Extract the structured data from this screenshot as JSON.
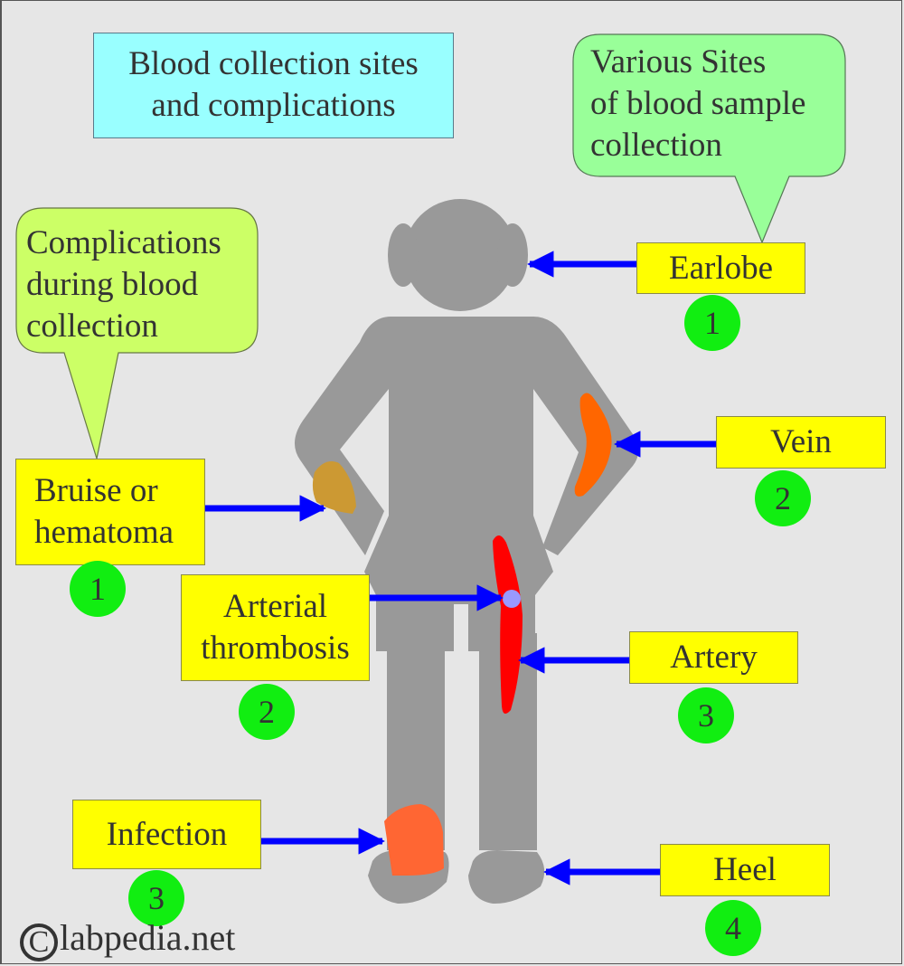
{
  "title": {
    "line1": "Blood collection sites",
    "line2": "and complications"
  },
  "callouts": {
    "sites": {
      "line1": "Various Sites",
      "line2": "of blood sample",
      "line3": "collection",
      "color": "#99ff99"
    },
    "complications": {
      "line1": "Complications",
      "line2": "during blood",
      "line3": "collection",
      "color": "#ccff66"
    }
  },
  "sites": [
    {
      "label": "Earlobe",
      "number": "1"
    },
    {
      "label": "Vein",
      "number": "2"
    },
    {
      "label": "Artery",
      "number": "3"
    },
    {
      "label": "Heel",
      "number": "4"
    }
  ],
  "complications": [
    {
      "label_line1": "Bruise or",
      "label_line2": "hematoma",
      "number": "1"
    },
    {
      "label_line1": "Arterial",
      "label_line2": "thrombosis",
      "number": "2"
    },
    {
      "label_line1": "Infection",
      "number": "3"
    }
  ],
  "copyright": {
    "symbol": "C",
    "text": "labpedia.net"
  },
  "colors": {
    "background": "#e6e6e6",
    "label_box": "#ffff00",
    "badge": "#11ee11",
    "arrow": "#0000ff",
    "figure": "#999999",
    "bruise": "#cc9933",
    "vein": "#ff6600",
    "artery": "#ff0000",
    "thrombus": "#9999ff",
    "infection": "#ff6633"
  }
}
